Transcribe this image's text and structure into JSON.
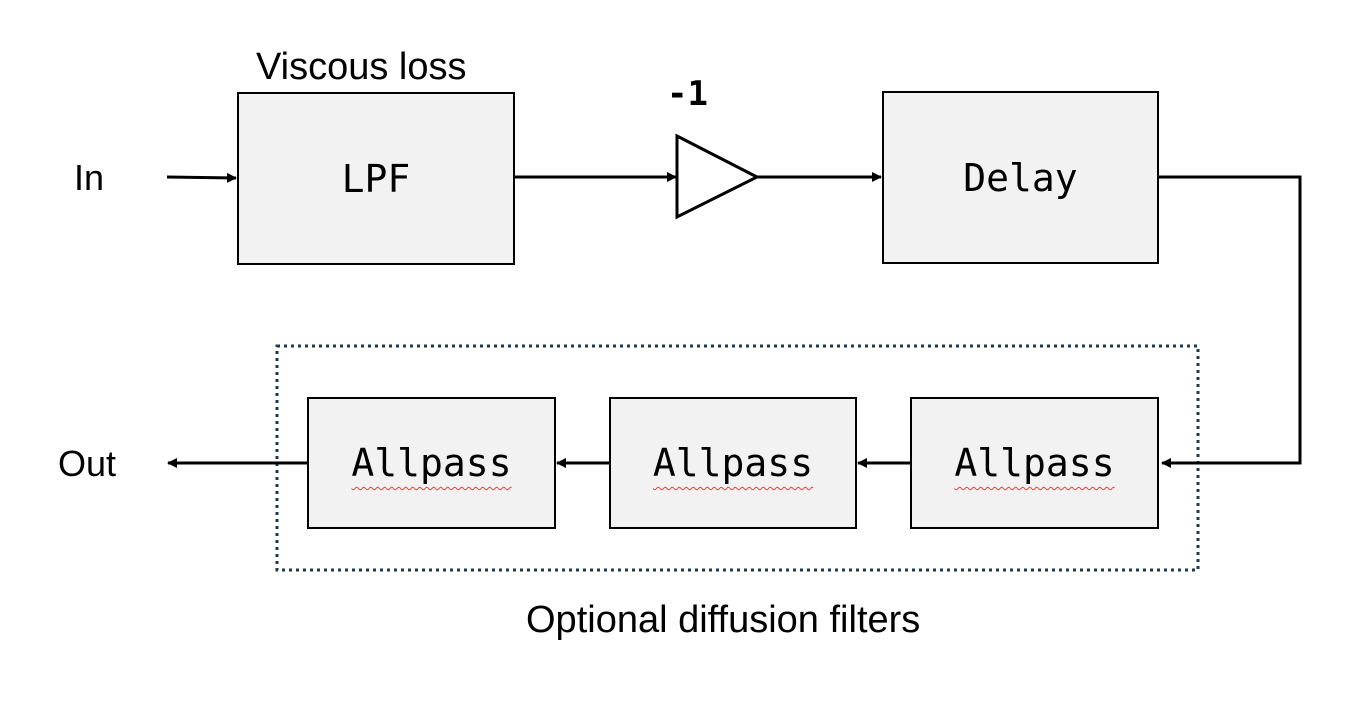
{
  "labels": {
    "input": "In",
    "output": "Out",
    "viscous_loss": "Viscous loss",
    "gain": "-1",
    "group_caption": "Optional diffusion filters"
  },
  "blocks": {
    "lpf": "LPF",
    "delay": "Delay",
    "allpass_1": "Allpass",
    "allpass_2": "Allpass",
    "allpass_3": "Allpass"
  },
  "colors": {
    "block_fill": "#f2f2f2",
    "stroke": "#000000",
    "group_border": "#1f3a4a",
    "spellcheck_underline": "#e0403a"
  }
}
